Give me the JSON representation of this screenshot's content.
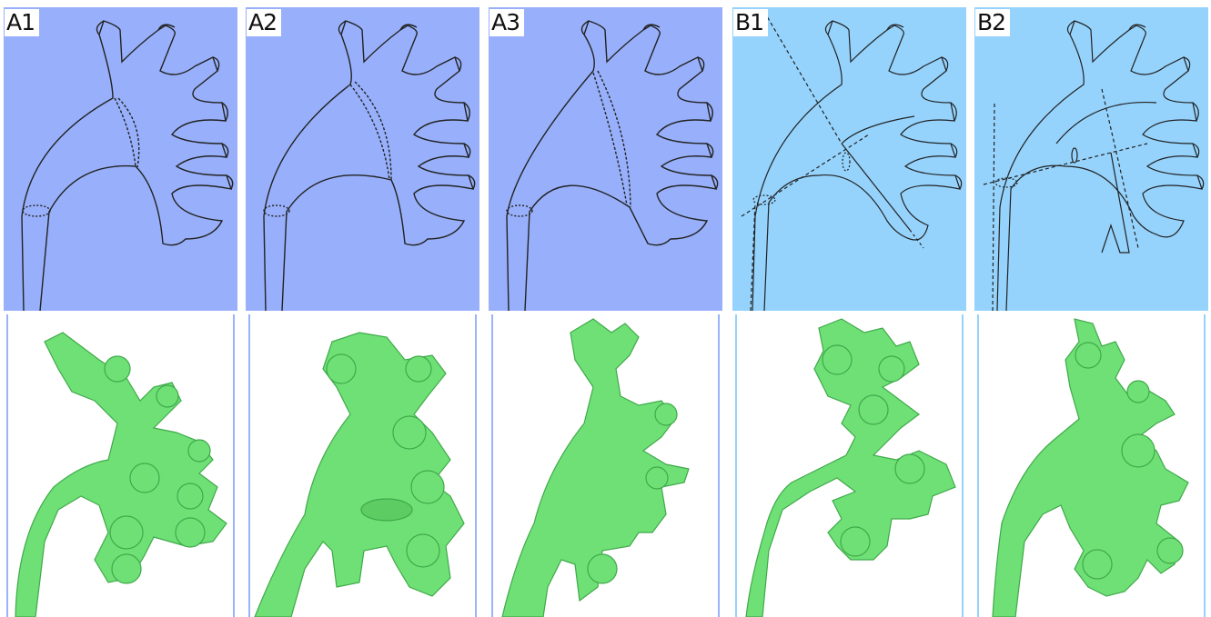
{
  "panels": [
    {
      "id": "a1",
      "label": "A1",
      "color": "#98b0fb",
      "frame": "#9ab2fb"
    },
    {
      "id": "a2",
      "label": "A2",
      "color": "#98b0fb",
      "frame": "#9ab2fb"
    },
    {
      "id": "a3",
      "label": "A3",
      "color": "#98b0fb",
      "frame": "#9ab2fb"
    },
    {
      "id": "b1",
      "label": "B1",
      "color": "#95d3fd",
      "frame": "#95d3fd"
    },
    {
      "id": "b2",
      "label": "B2",
      "color": "#95d3fd",
      "frame": "#95d3fd"
    }
  ],
  "colors": {
    "render_green": "#6fe076",
    "render_shadow": "#3fa94a",
    "line": "#222222"
  }
}
